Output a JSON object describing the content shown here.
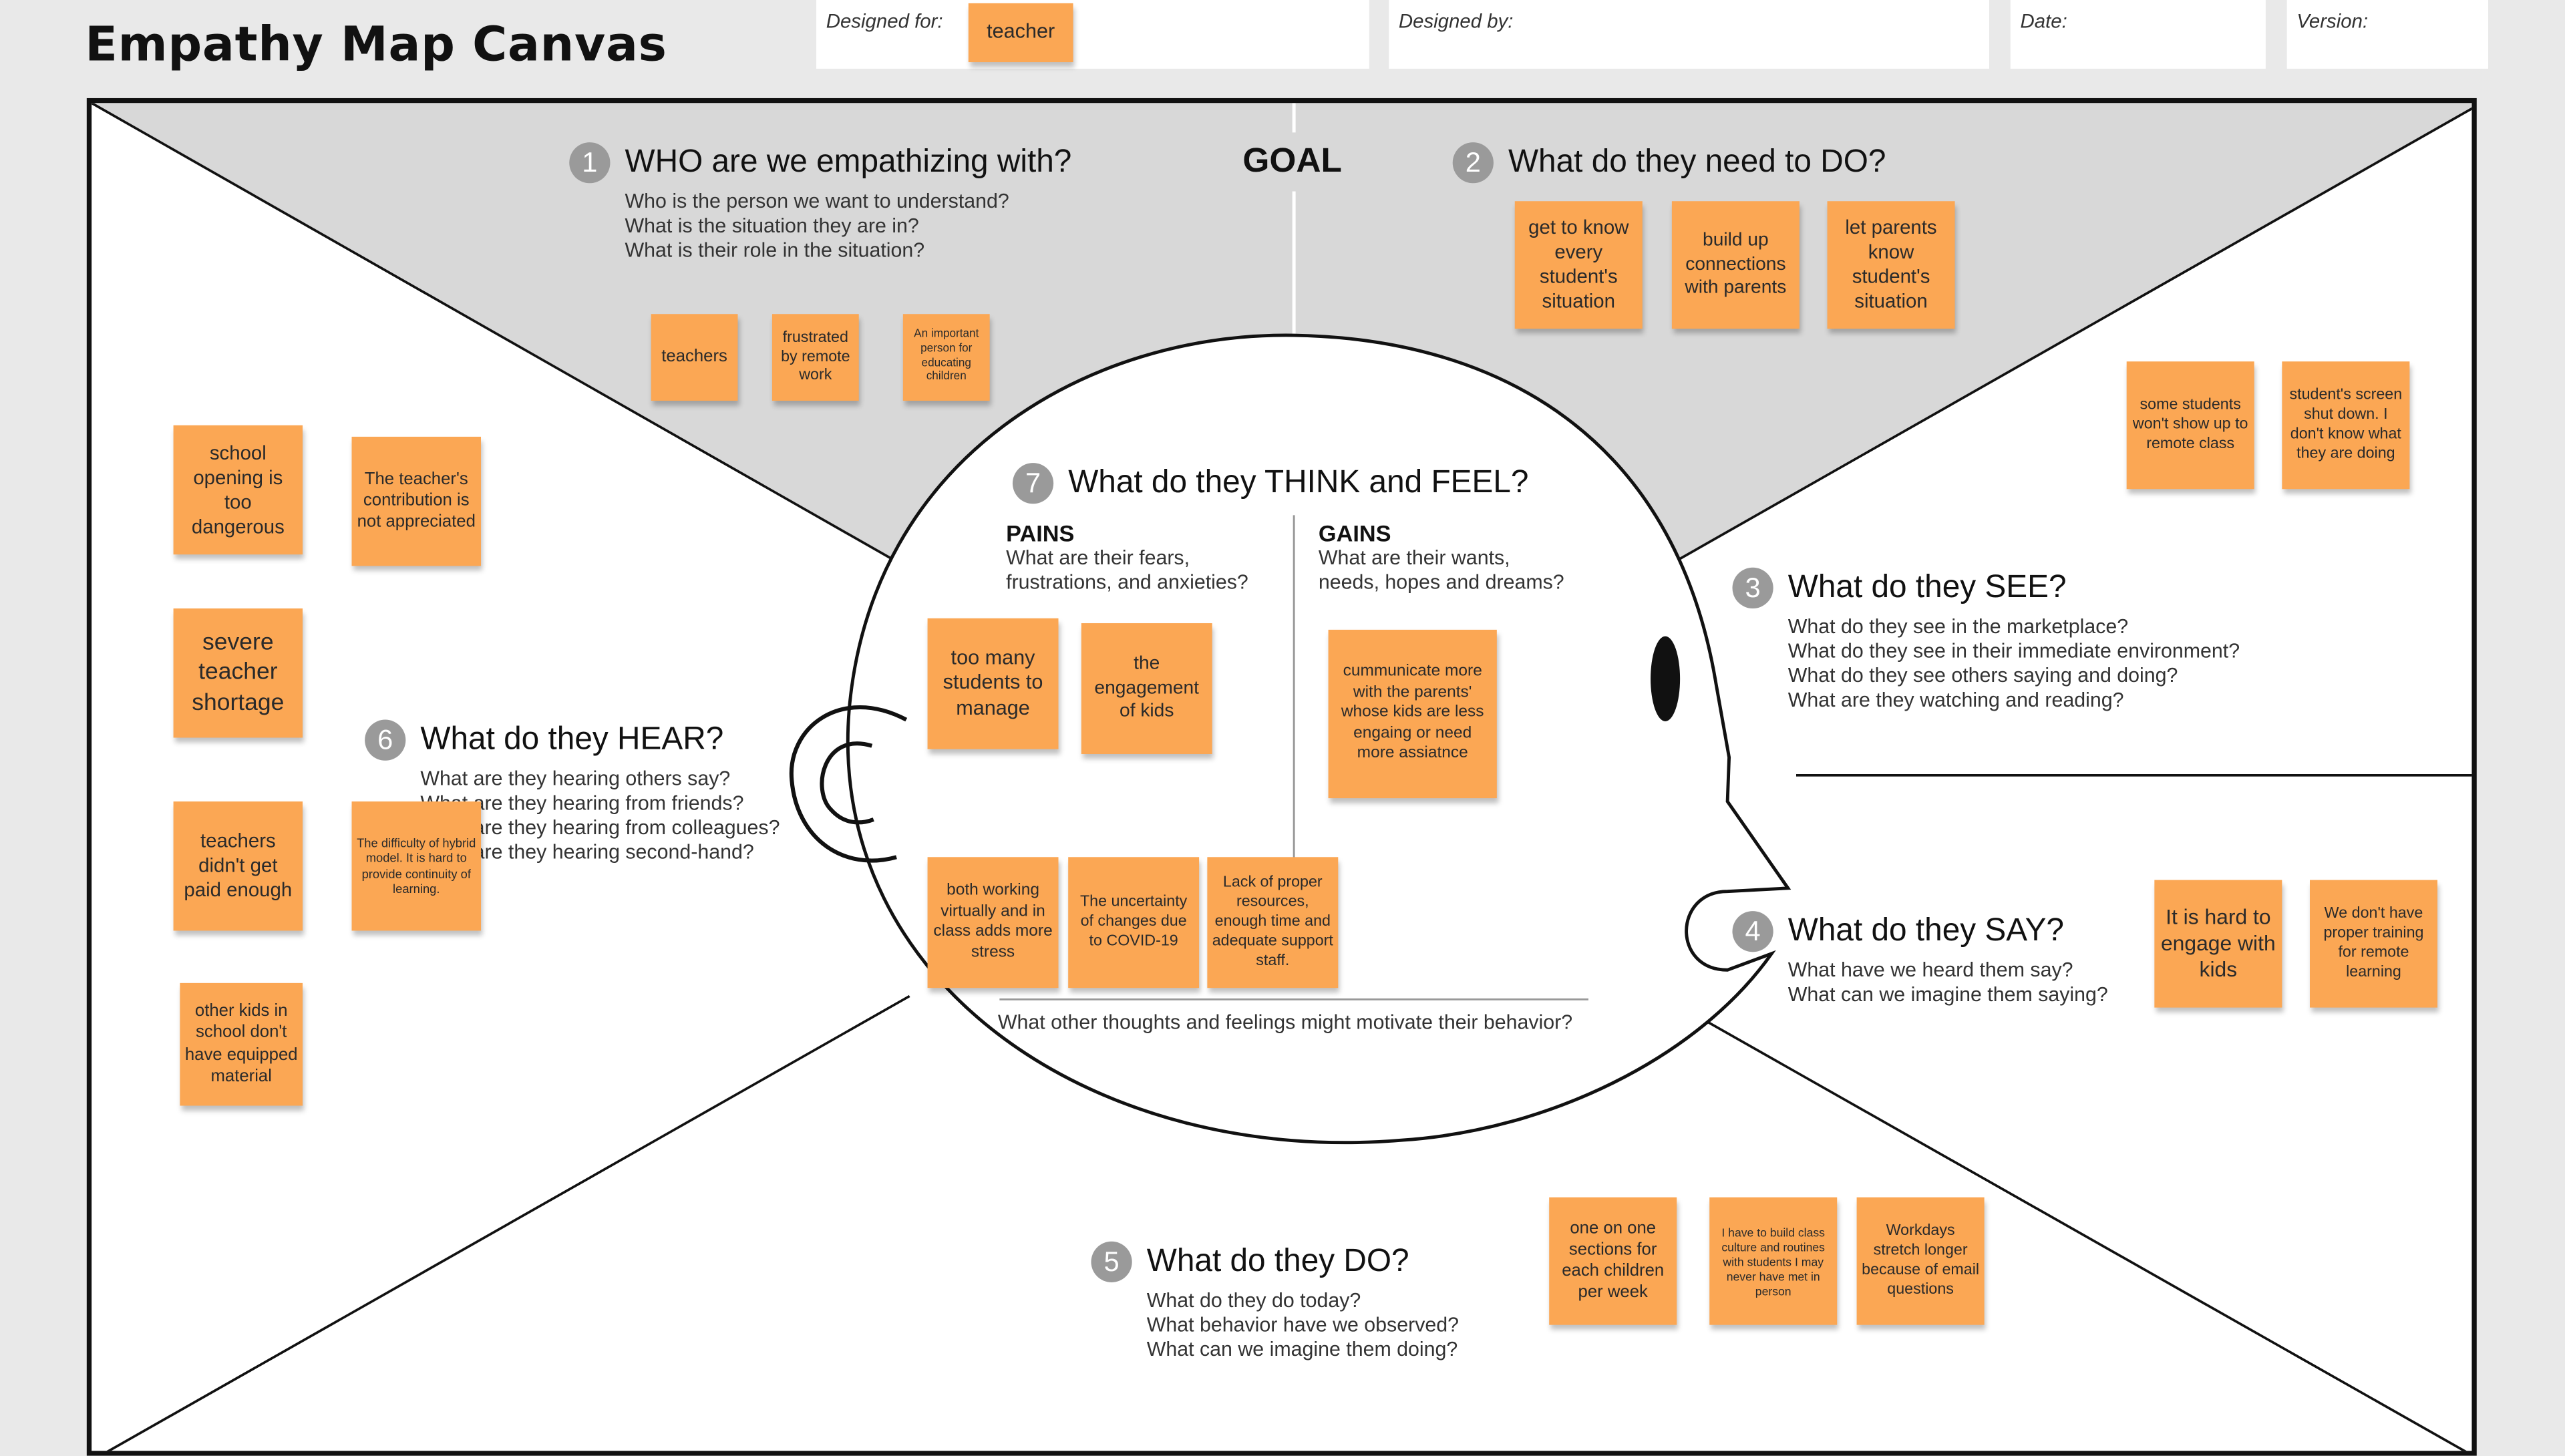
{
  "header": {
    "title": "Empathy Map Canvas",
    "designed_for_label": "Designed for:",
    "designed_for_value": "teacher",
    "designed_by_label": "Designed by:",
    "date_label": "Date:",
    "version_label": "Version:"
  },
  "goal": {
    "label": "GOAL"
  },
  "sections": {
    "who": {
      "number": "1",
      "title": "WHO are we empathizing with?",
      "questions": [
        "Who is the person we want to understand?",
        "What is the situation they are in?",
        "What is their role in the situation?"
      ]
    },
    "do_need": {
      "number": "2",
      "title": "What do they need to DO?"
    },
    "see": {
      "number": "3",
      "title": "What do they SEE?",
      "questions": [
        "What do they see in the marketplace?",
        "What do they see in their immediate environment?",
        "What do they see others saying and doing?",
        "What are they watching and reading?"
      ]
    },
    "say": {
      "number": "4",
      "title": "What do they SAY?",
      "questions": [
        "What have we heard them say?",
        "What can we imagine them saying?"
      ]
    },
    "do": {
      "number": "5",
      "title": "What do they DO?",
      "questions": [
        "What do they do today?",
        "What behavior have we observed?",
        "What can we imagine them doing?"
      ]
    },
    "hear": {
      "number": "6",
      "title": "What do they HEAR?",
      "questions": [
        "What are they hearing others say?",
        "What are they hearing from friends?",
        "What are they hearing from colleagues?",
        "What are they hearing second-hand?"
      ]
    },
    "think": {
      "number": "7",
      "title": "What do they THINK and FEEL?",
      "pains_title": "PAINS",
      "pains_questions": [
        "What are their fears,",
        "frustrations, and anxieties?"
      ],
      "gains_title": "GAINS",
      "gains_questions": [
        "What are their wants,",
        "needs, hopes and dreams?"
      ],
      "bottom_question": "What other thoughts and feelings might motivate their behavior?"
    }
  },
  "notes": {
    "who": [
      "teachers",
      "frustrated by remote work",
      "An important person for educating children"
    ],
    "do_need": [
      "get to know every student's situation",
      "build up connections with parents",
      "let parents know student's situation"
    ],
    "see": [
      "some students won't show up to remote class",
      "student's screen shut down. I don't know what they are doing"
    ],
    "say": [
      "It is hard to engage with kids",
      "We don't have proper training for remote learning"
    ],
    "do": [
      "one on one sections for each children per week",
      "I have to build class culture and routines with students I may never have met in person",
      "Workdays stretch longer because of email questions"
    ],
    "hear": [
      "school opening is too dangerous",
      "The teacher's contribution is not appreciated",
      "severe teacher shortage",
      "teachers didn't get paid enough",
      "The difficulty of hybrid model. It is hard to provide continuity of learning.",
      "other kids in school don't have equipped material"
    ],
    "pains": [
      "too many students to manage",
      "the engagement of kids",
      "both working virtually and in class adds more stress",
      "The uncertainty of changes due to COVID-19",
      "Lack of proper resources, enough time and adequate support staff."
    ],
    "gains": [
      "cummunicate more with the parents' whose kids are less engaing or need more assiatnce"
    ]
  },
  "colors": {
    "note": "#fba754",
    "goal_region": "#d8d8d8",
    "number_badge": "#9a9a9a",
    "outline": "#111111"
  }
}
